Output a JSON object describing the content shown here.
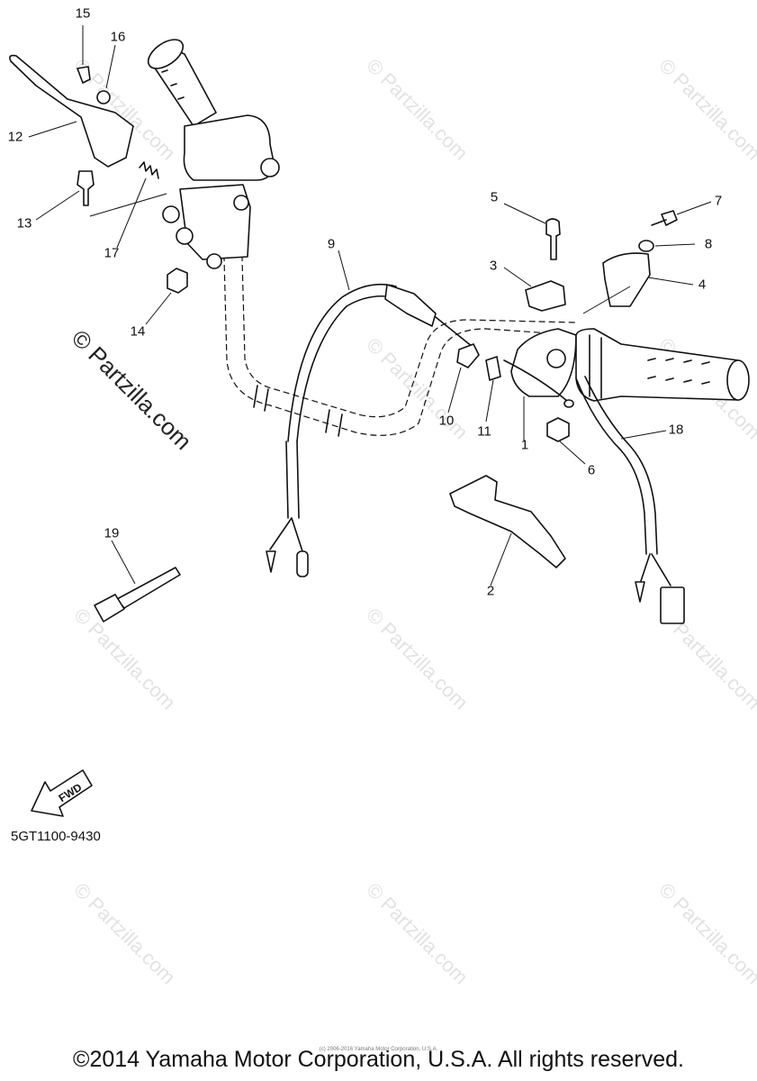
{
  "diagram": {
    "part_labels": [
      "1",
      "2",
      "3",
      "4",
      "5",
      "6",
      "7",
      "8",
      "9",
      "10",
      "11",
      "12",
      "13",
      "14",
      "15",
      "16",
      "17",
      "18",
      "19"
    ],
    "fwd_label": "FWD",
    "diagram_code": "5GT1100-9430",
    "watermark_text": "© Partzilla.com",
    "footer_small": "(c) 2006-2016 Yamaha Motor Corporation, U.S.A.",
    "copyright": "©2014 Yamaha Motor Corporation, U.S.A. All rights reserved."
  }
}
